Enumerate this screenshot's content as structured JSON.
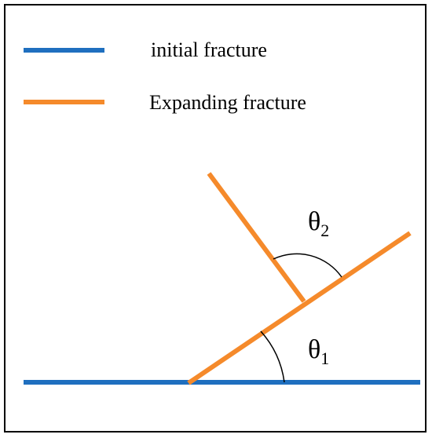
{
  "legend": {
    "items": [
      {
        "label": "initial fracture",
        "color": "#1f6fbf"
      },
      {
        "label": "Expanding fracture",
        "color": "#f58a2b"
      }
    ]
  },
  "angles": {
    "theta1": {
      "symbol": "θ",
      "subscript": "1"
    },
    "theta2": {
      "symbol": "θ",
      "subscript": "2"
    }
  },
  "colors": {
    "initial": "#1f6fbf",
    "expanding": "#f58a2b",
    "arc": "#000000",
    "frame": "#000000"
  }
}
